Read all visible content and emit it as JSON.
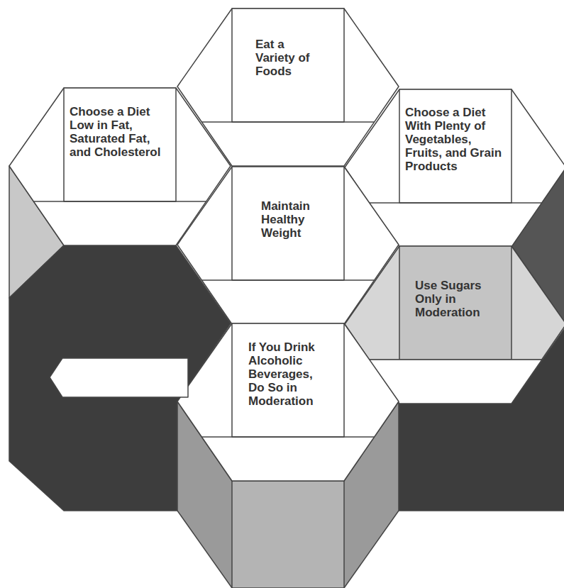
{
  "diagram": {
    "nodes": [
      {
        "text": [
          "Eat a Variety of Foods"
        ]
      },
      {
        "text": [
          "Choose a Diet Low in Fat, Saturated Fat, and Cholesterol"
        ]
      },
      {
        "text": [
          "Choose a Diet With Plenty of Vegetables, Fruits, and Grain Products"
        ]
      },
      {
        "text": [
          "Maintain Healthy Weight"
        ]
      },
      {
        "text": [
          "Use Sugars Only in Moderation"
        ]
      },
      {
        "text": [
          "If You Drink Alcoholic Beverages, Do So in Moderation"
        ]
      }
    ]
  }
}
